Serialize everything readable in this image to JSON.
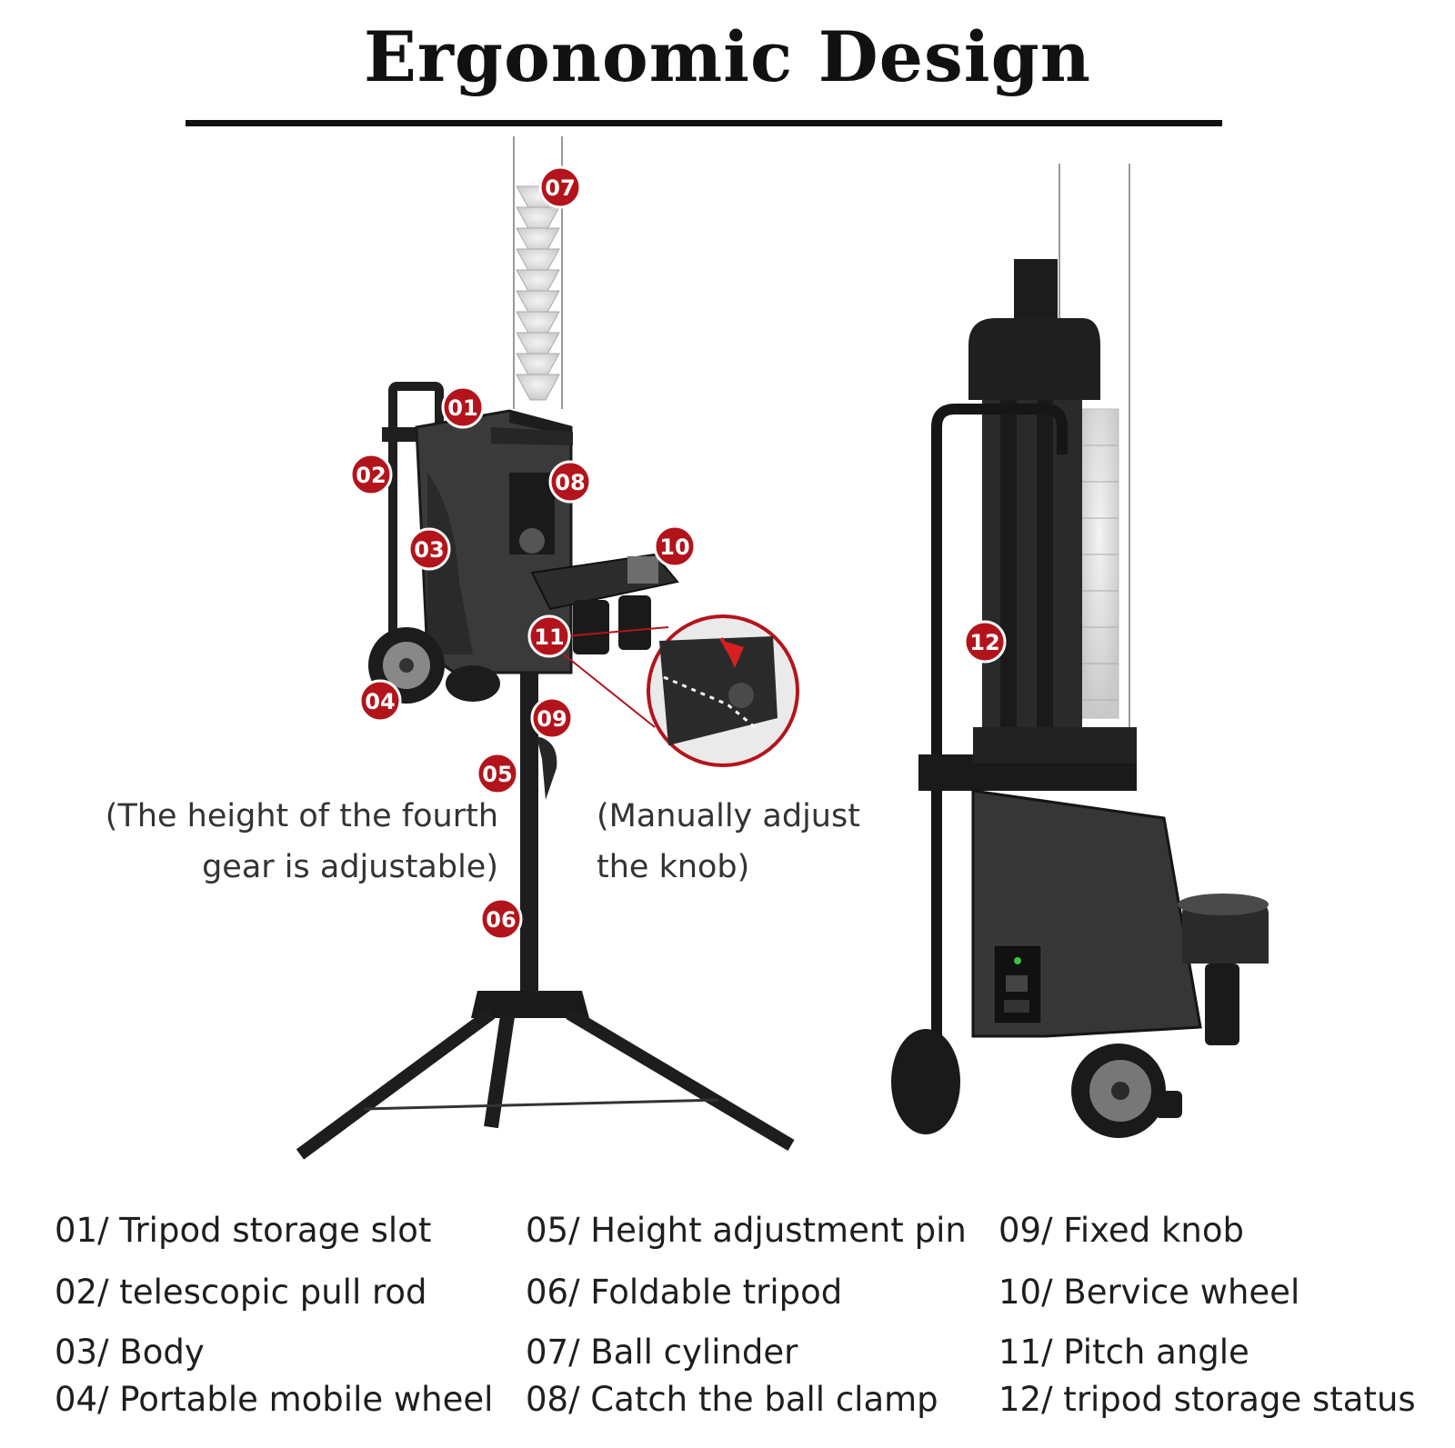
{
  "title": "Ergonomic Design",
  "callouts": {
    "gear_height": [
      "(The height of the fourth",
      "gear is adjustable)"
    ],
    "manual_knob": [
      "(Manually adjust",
      "the knob)"
    ]
  },
  "badges": [
    "07",
    "01",
    "02",
    "08",
    "03",
    "10",
    "11",
    "04",
    "09",
    "05",
    "06",
    "12"
  ],
  "legend": {
    "col1": [
      "01/ Tripod storage slot",
      "02/ telescopic pull rod",
      "03/ Body",
      "04/ Portable mobile wheel"
    ],
    "col2": [
      "05/ Height adjustment pin",
      "06/ Foldable tripod",
      "07/ Ball cylinder",
      "08/ Catch the ball clamp"
    ],
    "col3": [
      "09/ Fixed knob",
      "10/ Bervice wheel",
      "11/ Pitch angle",
      "12/ tripod storage status"
    ]
  },
  "colors": {
    "badge": "#b3141b",
    "machine": "#2a2a2a",
    "text": "#1e1e1e"
  }
}
